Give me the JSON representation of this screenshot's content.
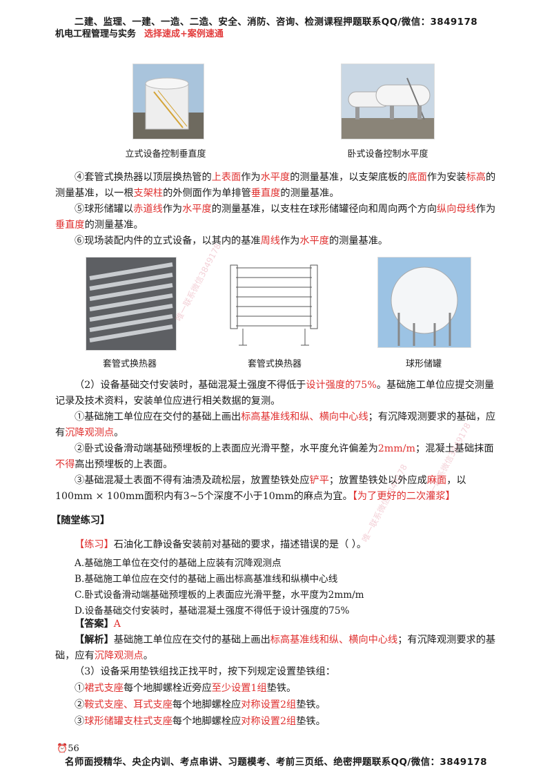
{
  "header": {
    "top_banner": "二建、监理、一建、一造、二造、安全、消防、咨询、检测课程押题联系QQ/微信：3849178",
    "subject": "机电工程管理与实务",
    "subtitle": "选择速成+案例速通"
  },
  "figures_top": [
    {
      "caption": "立式设备控制垂直度"
    },
    {
      "caption": "卧式设备控制水平度"
    }
  ],
  "items": {
    "p4_a": "④套管式换热器以顶层换热管的",
    "p4_b": "上表面",
    "p4_c": "作为",
    "p4_d": "水平度",
    "p4_e": "的测量基准，以支架底板的",
    "p4_f": "底面",
    "p4_g": "作为安装",
    "p4_h": "标高",
    "p4_i": "的测量基准，以一根",
    "p4_j": "支架柱",
    "p4_k": "的外侧面作为单排管",
    "p4_l": "垂直度",
    "p4_m": "的测量基准。",
    "p5_a": "⑤球形储罐以",
    "p5_b": "赤道线",
    "p5_c": "作为",
    "p5_d": "水平度",
    "p5_e": "的测量基准，以支柱在球形储罐径向和周向两个方向",
    "p5_f": "纵向母线",
    "p5_g": "作为",
    "p5_h": "垂直度",
    "p5_i": "的测量基准。",
    "p6_a": "⑥现场装配内件的立式设备，以其内的基准",
    "p6_b": "周线",
    "p6_c": "作为",
    "p6_d": "水平度",
    "p6_e": "的测量基准。"
  },
  "figures_mid": [
    {
      "caption": "套管式换热器"
    },
    {
      "caption": "套管式换热器"
    },
    {
      "caption": "球形储罐"
    }
  ],
  "section2": {
    "a": "（2）设备基础交付安装时，基础混凝土强度不得低于",
    "b": "设计强度的75%",
    "c": "。基础施工单位应提交测量记录及技术资料，安装单位应进行相关数据的复测。",
    "s1_a": "①基础施工单位应在交付的基础上画出",
    "s1_b": "标高基准线和纵、横向中心线",
    "s1_c": "；有沉降观测要求的基础，应有",
    "s1_d": "沉降观测点",
    "s1_e": "。",
    "s2_a": "②卧式设备滑动端基础预埋板的上表面应光滑平整，水平度允许偏差为",
    "s2_b": "2mm/m",
    "s2_c": "；混凝土基础抹面",
    "s2_d": "不得",
    "s2_e": "高出预埋板的上表面。",
    "s3_a": "③基础混凝土表面不得有油渍及疏松层，放置垫铁处应",
    "s3_b": "铲平",
    "s3_c": "；放置垫铁处以外应成",
    "s3_d": "麻面",
    "s3_e": "，以100mm × 100mm面积内有3~5个深度不小于10mm的麻点为宜。",
    "s3_f": "【为了更好的二次灌浆】"
  },
  "practice": {
    "heading": "【随堂练习】",
    "q_tag": "【练习】",
    "question": "石油化工静设备安装前对基础的要求，描述错误的是（        ）。",
    "options": [
      "A.基础施工单位在交付的基础上应装有沉降观测点",
      "B.基础施工单位应在交付的基础上画出标高基准线和纵横中心线",
      "C.卧式设备滑动端基础预埋板的上表面应光滑平整，水平度为2mm/m",
      "D.设备基础交付安装时，基础混凝土强度不得低于设计强度的75%"
    ],
    "answer_label": "【答案】",
    "answer": "A",
    "analysis_label": "【解析】",
    "analysis_a": "基础施工单位应在交付的基础上画出",
    "analysis_b": "标高基准线和纵、横向中心线",
    "analysis_c": "；有沉降观测要求的基础，应有",
    "analysis_d": "沉降观测点",
    "analysis_e": "。"
  },
  "section3": {
    "intro": "（3）设备采用垫铁组找正找平时，按下列规定设置垫铁组：",
    "l1_a": "①",
    "l1_b": "裙式支座",
    "l1_c": "每个地脚螺栓近旁应",
    "l1_d": "至少设置1组",
    "l1_e": "垫铁。",
    "l2_a": "②",
    "l2_b": "鞍式支座、耳式支座",
    "l2_c": "每个地脚螺栓应",
    "l2_d": "对称设置2组",
    "l2_e": "垫铁。",
    "l3_a": "③",
    "l3_b": "球形储罐支柱式支座",
    "l3_c": "每个地脚螺栓应",
    "l3_d": "对称设置2组",
    "l3_e": "垫铁。"
  },
  "footer": {
    "page_number": "56",
    "banner": "名师面授精华、央企内训、考点串讲、习题模考、考前三页纸、绝密押题联系QQ/微信：3849178"
  },
  "watermarks": [
    "唯一联系微信3849178",
    "唯一联系微信3849178",
    "唯一联系微信3849178"
  ],
  "colors": {
    "accent_red": "#e0302f"
  }
}
